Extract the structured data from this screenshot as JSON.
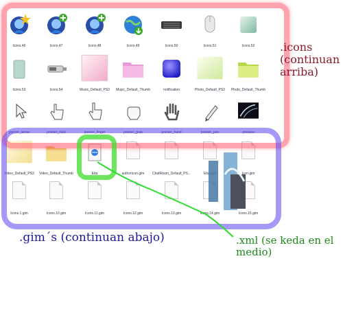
{
  "row1": [
    {
      "label": "Icons.46",
      "icon": "messenger-star-icon"
    },
    {
      "label": "Icons.47",
      "icon": "messenger-add-icon"
    },
    {
      "label": "Icons.48",
      "icon": "messenger-add-icon"
    },
    {
      "label": "Icons.49",
      "icon": "globe-download-icon"
    },
    {
      "label": "Icons.50",
      "icon": "keyboard-icon"
    },
    {
      "label": "Icons.51",
      "icon": "mouse-icon"
    },
    {
      "label": "Icons.52",
      "icon": "green-square-icon"
    }
  ],
  "row2": [
    {
      "label": "Icons.53",
      "icon": "device-icon"
    },
    {
      "label": "Icons.54",
      "icon": "usb-stick-icon"
    },
    {
      "label": "Music_Default_PS3",
      "icon": "music-thumb-icon"
    },
    {
      "label": "Music_Default_Thumb",
      "icon": "music-folder-icon"
    },
    {
      "label": "notification",
      "icon": "notification-icon"
    },
    {
      "label": "Photo_Default_PS3",
      "icon": "photo-thumb-icon"
    },
    {
      "label": "Photo_Default_Thumb",
      "icon": "photo-folder-icon"
    }
  ],
  "row3": [
    {
      "label": "pointer_arrow",
      "icon": "pointer-arrow-icon"
    },
    {
      "label": "pointer_click",
      "icon": "pointer-hand-icon"
    },
    {
      "label": "pointer_finger",
      "icon": "pointer-finger-icon"
    },
    {
      "label": "pointer_grab",
      "icon": "pointer-grab-icon"
    },
    {
      "label": "pointer_hand",
      "icon": "pointer-open-hand-icon"
    },
    {
      "label": "pointer_pen",
      "icon": "pointer-pen-icon"
    },
    {
      "label": "preview",
      "icon": "preview-image-icon"
    }
  ],
  "row4": [
    {
      "label": "Video_Default_PS3",
      "icon": "video-thumb-icon"
    },
    {
      "label": "Video_Default_Thumb",
      "icon": "video-folder-icon"
    },
    {
      "label": "Eita",
      "icon": "xml-file-icon"
    },
    {
      "label": "authoricon.gim",
      "icon": "file-icon"
    },
    {
      "label": "ChatRoom_Default_PS...",
      "icon": "file-icon"
    },
    {
      "label": "Eita.gim",
      "icon": "file-icon"
    },
    {
      "label": "Icon.gim",
      "icon": "file-icon"
    }
  ],
  "row5": [
    {
      "label": "Icons.1.gim",
      "icon": "file-icon"
    },
    {
      "label": "Icons.10.gim",
      "icon": "file-icon"
    },
    {
      "label": "Icons.11.gim",
      "icon": "file-icon"
    },
    {
      "label": "Icons.12.gim",
      "icon": "file-icon"
    },
    {
      "label": "Icons.13.gim",
      "icon": "file-icon"
    },
    {
      "label": "Icons.14.gim",
      "icon": "file-icon"
    },
    {
      "label": "Icons.15.gim",
      "icon": "file-icon"
    }
  ],
  "notes": {
    "icons": ".icons (continuan arriba)",
    "gims": ".gim´s (continuan abajo)",
    "xml": ".xml (se keda en el medio)"
  },
  "colors": {
    "icons_highlight": "#ff5a6e",
    "gims_highlight": "#5a46f0",
    "xml_highlight": "#3cdc28"
  }
}
